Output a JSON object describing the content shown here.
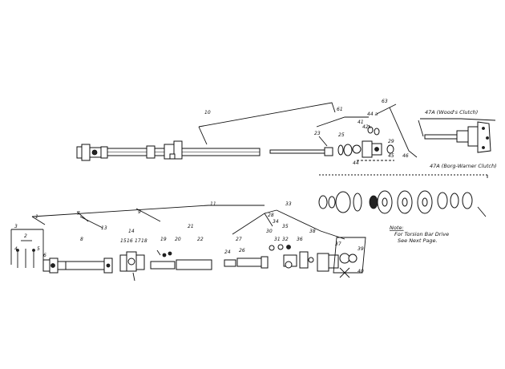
{
  "callouts": {
    "c10": "10",
    "c61": "61",
    "c63": "63",
    "c23": "23",
    "c25": "25",
    "c42": "42",
    "c44a": "44 a",
    "c46": "46",
    "c45": "45",
    "c29": "29",
    "c41": "41",
    "c44": "44",
    "c11": "11",
    "c1": "1",
    "c2": "2",
    "c3": "3",
    "c4": "4",
    "c5": "5",
    "c6": "6",
    "c7": "7",
    "c8": "8",
    "c9": "9",
    "c13": "13",
    "c14": "14",
    "c15": "15",
    "c16": "16",
    "c17": "17",
    "c18": "18",
    "c19": "19",
    "c20": "20",
    "c21": "21",
    "c22": "22",
    "c24": "24",
    "c26": "26",
    "c27": "27",
    "c28": "28",
    "c30": "30",
    "c31": "31",
    "c32": "32",
    "c33": "33",
    "c34": "34",
    "c35": "35",
    "c36": "36",
    "c37": "37",
    "c38": "38",
    "c39": "39",
    "c40": "40"
  },
  "notes": {
    "woods_clutch": "47A (Wood's Clutch)",
    "borg_warner_clutch": "47A (Borg-Warner Clutch)",
    "note_heading": "Note:",
    "note_line1": "For Torsion Bar Drive",
    "note_line2": "See Next Page."
  }
}
